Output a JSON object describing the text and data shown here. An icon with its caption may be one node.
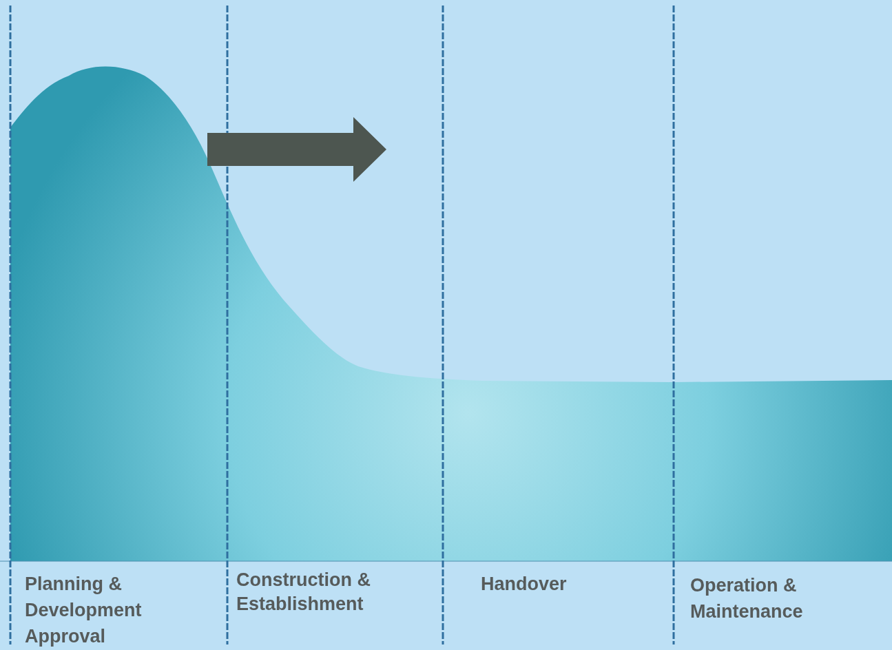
{
  "diagram": {
    "labels": [
      "Planning & Development Approval",
      "Construction & Establishment",
      "Handover",
      "Operation & Maintenance"
    ]
  }
}
